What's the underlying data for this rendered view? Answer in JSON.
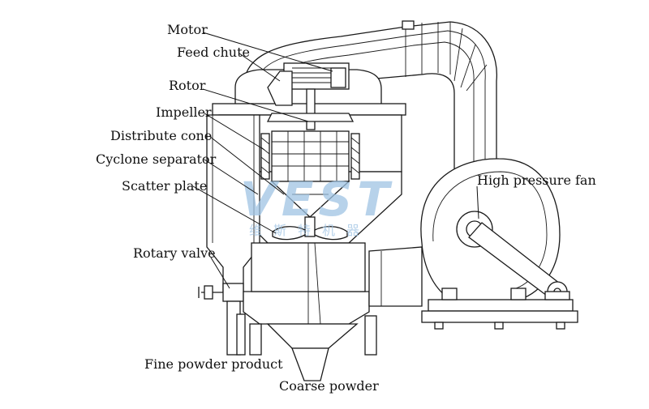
{
  "labels": {
    "motor": "Motor",
    "feed_chute": "Feed chute",
    "rotor": "Rotor",
    "impeller": "Impeller",
    "distribute_cone": "Distribute cone",
    "cyclone_separator": "Cyclone separator",
    "scatter_plate": "Scatter plate",
    "rotary_valve": "Rotary valve",
    "fine_powder_product": "Fine powder product",
    "coarse_powder": "Coarse powder",
    "high_pressure_fan": "High pressure fan"
  },
  "watermark": {
    "brand": "VEST",
    "cn_text": "维斯特机器",
    "color": "#9fc4e4"
  },
  "colors": {
    "line": "#1a1a1a",
    "background": "#ffffff"
  }
}
